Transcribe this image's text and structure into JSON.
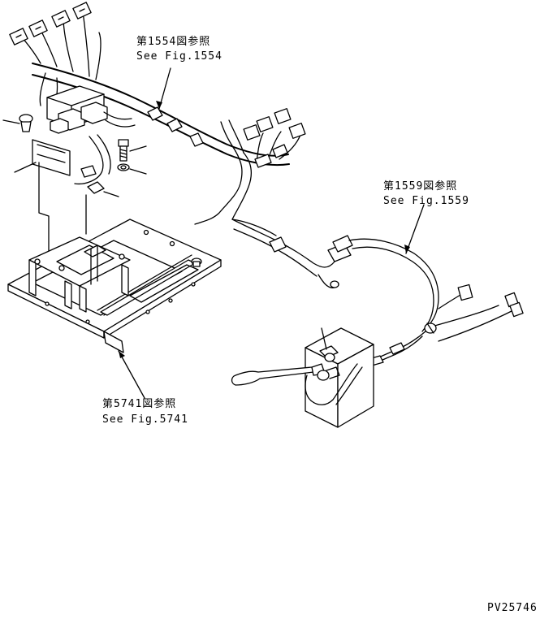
{
  "callouts": {
    "harness_ref": {
      "jp": "第1554図参照",
      "en": "See Fig.1554"
    },
    "lever_harness_ref": {
      "jp": "第1559図参照",
      "en": "See Fig.1559"
    },
    "plate_ref": {
      "jp": "第5741図参照",
      "en": "See Fig.5741"
    }
  },
  "drawing_id": "PV25746"
}
